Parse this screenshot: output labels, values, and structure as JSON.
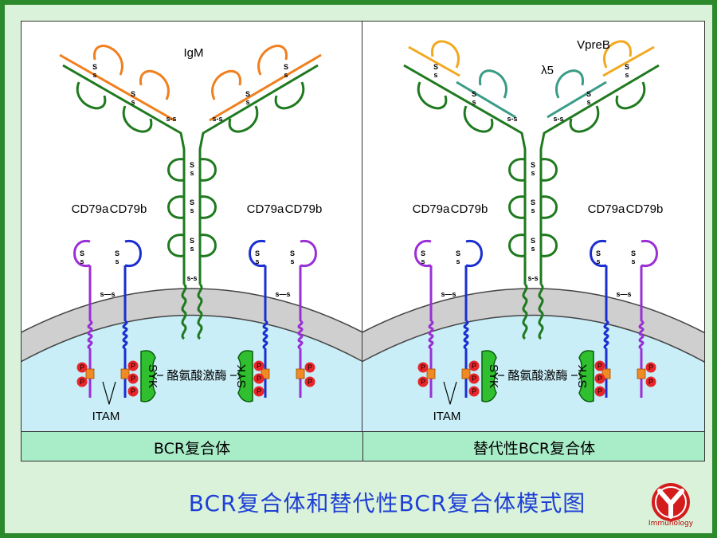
{
  "left_panel": {
    "receptor_label": "IgM",
    "cd79a_left": "CD79a",
    "cd79b_left": "CD79b",
    "cd79a_right": "CD79a",
    "cd79b_right": "CD79b",
    "kinase_label": "酪氨酸激酶",
    "syk_left": "SYK",
    "syk_right": "SYK",
    "itam_label": "ITAM",
    "caption": "BCR复合体"
  },
  "right_panel": {
    "vpreb_label": "VpreB",
    "lambda5_label": "λ5",
    "cd79a_left": "CD79a",
    "cd79b_left": "CD79b",
    "cd79a_right": "CD79a",
    "cd79b_right": "CD79b",
    "kinase_label": "酪氨酸激酶",
    "syk_left": "SYK",
    "syk_right": "SYK",
    "itam_label": "ITAM",
    "caption": "替代性BCR复合体"
  },
  "disulfide": "S",
  "phospho": "P",
  "title": "BCR复合体和替代性BCR复合体模式图",
  "logo_text": "Immunology",
  "colors": {
    "heavy_chain": "#1f7a1f",
    "light_chain": "#f07f1e",
    "vpreb": "#f2a81f",
    "lambda5": "#3a9c86",
    "cd79a": "#9a2fd6",
    "cd79b": "#1a2fd0",
    "syk": "#2fbf2f",
    "phospho": "#e8262a",
    "itam_bar": "#f08a24",
    "cytoplasm": "#c9eef8",
    "membrane": "#cfcfcf",
    "caption_bar": "#a8ecc8",
    "title": "#1f3fd6"
  }
}
